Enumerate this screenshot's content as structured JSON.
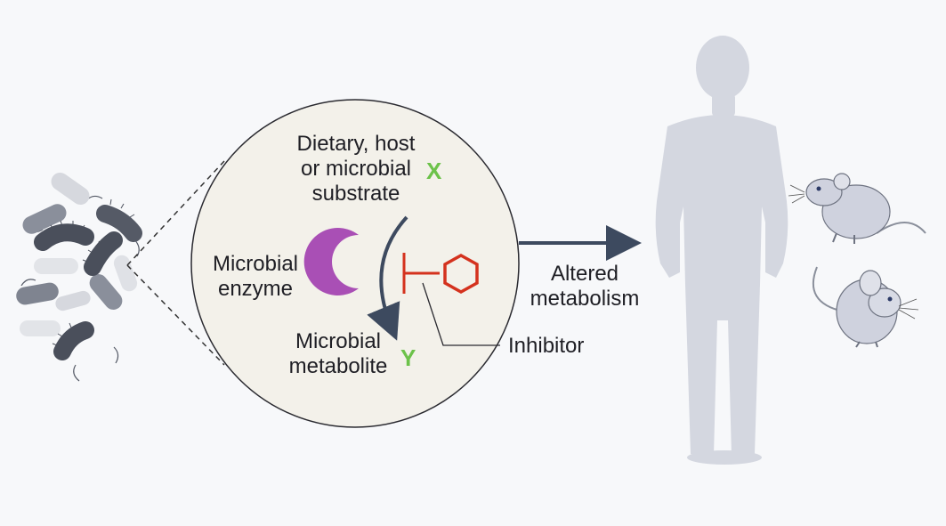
{
  "labels": {
    "substrate_lines": [
      "Dietary, host",
      "or microbial",
      "substrate"
    ],
    "substrate_letter": "X",
    "enzyme_lines": [
      "Microbial",
      "enzyme"
    ],
    "metabolite_lines": [
      "Microbial",
      "metabolite"
    ],
    "metabolite_letter": "Y",
    "inhibitor": "Inhibitor",
    "outcome_lines": [
      "Altered",
      "metabolism"
    ]
  },
  "colors": {
    "background": "#f7f8fa",
    "circle_fill": "#f3f1ea",
    "enzyme": "#a94fb5",
    "inhibitor": "#d4321e",
    "letters": "#6cc24a",
    "arrow": "#3d4a5f",
    "human": "#d4d7e0",
    "mouse": "#cfd2de",
    "bacteria_dark": "#555a66",
    "bacteria_mid": "#8a8f9b",
    "bacteria_light": "#d6d8de"
  },
  "icons": [
    "bacteria-icon",
    "enzyme-icon",
    "inhibitor-molecule-icon",
    "human-silhouette-icon",
    "mouse-icon"
  ]
}
